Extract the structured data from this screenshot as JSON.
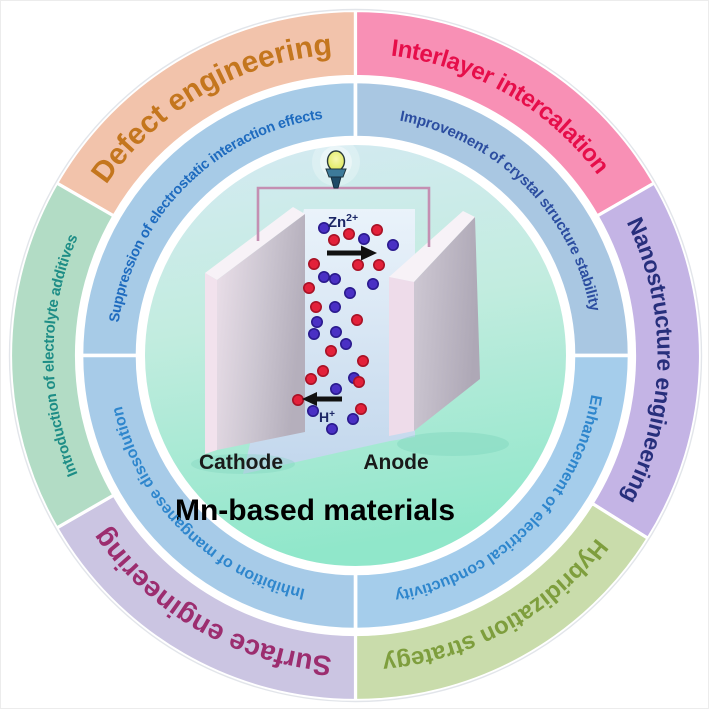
{
  "figure": {
    "type": "circular strategy diagram",
    "center_title": "Mn-based materials",
    "center_title_color": "#1b2a6b"
  },
  "outer_ring": {
    "segments": [
      {
        "label": "Defect engineering",
        "color": "#f2c3ab",
        "text_color": "#c4761e"
      },
      {
        "label": "Interlayer intercalation",
        "color": "#f890b5",
        "text_color": "#e60e4a"
      },
      {
        "label": "Nanostructure engineering",
        "color": "#c4b4e5",
        "text_color": "#272f7c"
      },
      {
        "label": "Hybridization strategy",
        "color": "#c9dcab",
        "text_color": "#7e9e3d"
      },
      {
        "label": "Surface engineering",
        "color": "#cbc5e2",
        "text_color": "#9c2d6f"
      },
      {
        "label": "Introduction of electrolyte additives",
        "color": "#b2dcc5",
        "text_color": "#1d8d86"
      }
    ]
  },
  "inner_ring": {
    "segments": [
      {
        "label": "Suppression of electrostatic interaction effects",
        "color": "#a7cbe7",
        "text_color": "#1e6bbf"
      },
      {
        "label": "Improvement of crystal structure stability",
        "color": "#a9c7e2",
        "text_color": "#2b4da0"
      },
      {
        "label": "Enhancement of electrical conductivity",
        "color": "#a5cdeb",
        "text_color": "#2e86cd"
      },
      {
        "label": "Inhibition of manganese dissolution",
        "color": "#a7cbe8",
        "text_color": "#2e86cd"
      }
    ]
  },
  "center": {
    "title": "Mn-based materials",
    "cathode_label": "Cathode",
    "anode_label": "Anode",
    "zn_ion": {
      "base": "Zn",
      "sup": "2+"
    },
    "h_ion": {
      "base": "H",
      "sup": "+"
    },
    "label_color": "#1c2766",
    "electrode_label_color": "#1a1a1a",
    "ion_colors": {
      "red_ion": "#e3213a",
      "blue_ion": "#4a30c4"
    },
    "bulb_color": "#e9ef82",
    "wire_color": "#c48fb2"
  }
}
